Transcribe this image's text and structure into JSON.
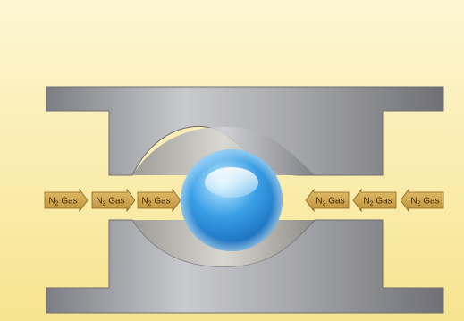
{
  "diagram": {
    "colors": {
      "background_top": "#fdf6d2",
      "background_bottom": "#f7e48f",
      "metal_light": "#c9cace",
      "metal_dark": "#7d7e83",
      "sphere_light": "#c9efff",
      "sphere_mid": "#3a9fe6",
      "sphere_dark": "#0f5fae",
      "arrow_fill": "#d0a34a",
      "arrow_stroke": "#8a6620"
    },
    "arrows": [
      {
        "label": "N",
        "sub": "2",
        "suffix": " Gas",
        "direction": "right"
      },
      {
        "label": "N",
        "sub": "2",
        "suffix": " Gas",
        "direction": "right"
      },
      {
        "label": "N",
        "sub": "2",
        "suffix": " Gas",
        "direction": "right"
      },
      {
        "label": "N",
        "sub": "2",
        "suffix": " Gas",
        "direction": "left"
      },
      {
        "label": "N",
        "sub": "2",
        "suffix": " Gas",
        "direction": "left"
      },
      {
        "label": "N",
        "sub": "2",
        "suffix": " Gas",
        "direction": "left"
      }
    ]
  }
}
